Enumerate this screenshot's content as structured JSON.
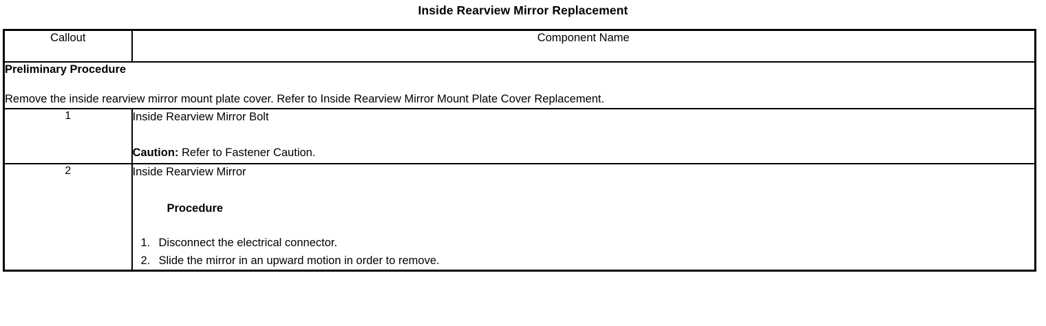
{
  "document": {
    "title": "Inside Rearview Mirror Replacement"
  },
  "table": {
    "headers": {
      "callout": "Callout",
      "component_name": "Component Name"
    },
    "preliminary": {
      "heading": "Preliminary Procedure",
      "body": "Remove the inside rearview mirror mount plate cover. Refer to Inside Rearview Mirror Mount Plate Cover Replacement."
    },
    "rows": [
      {
        "callout": "1",
        "component": "Inside Rearview Mirror Bolt",
        "caution_label": "Caution:",
        "caution_text": " Refer to Fastener Caution."
      },
      {
        "callout": "2",
        "component": "Inside Rearview Mirror",
        "procedure_heading": "Procedure",
        "steps": [
          {
            "num": "1.",
            "text": "Disconnect the electrical connector."
          },
          {
            "num": "2.",
            "text": "Slide the mirror in an upward motion in order to remove."
          }
        ]
      }
    ]
  }
}
